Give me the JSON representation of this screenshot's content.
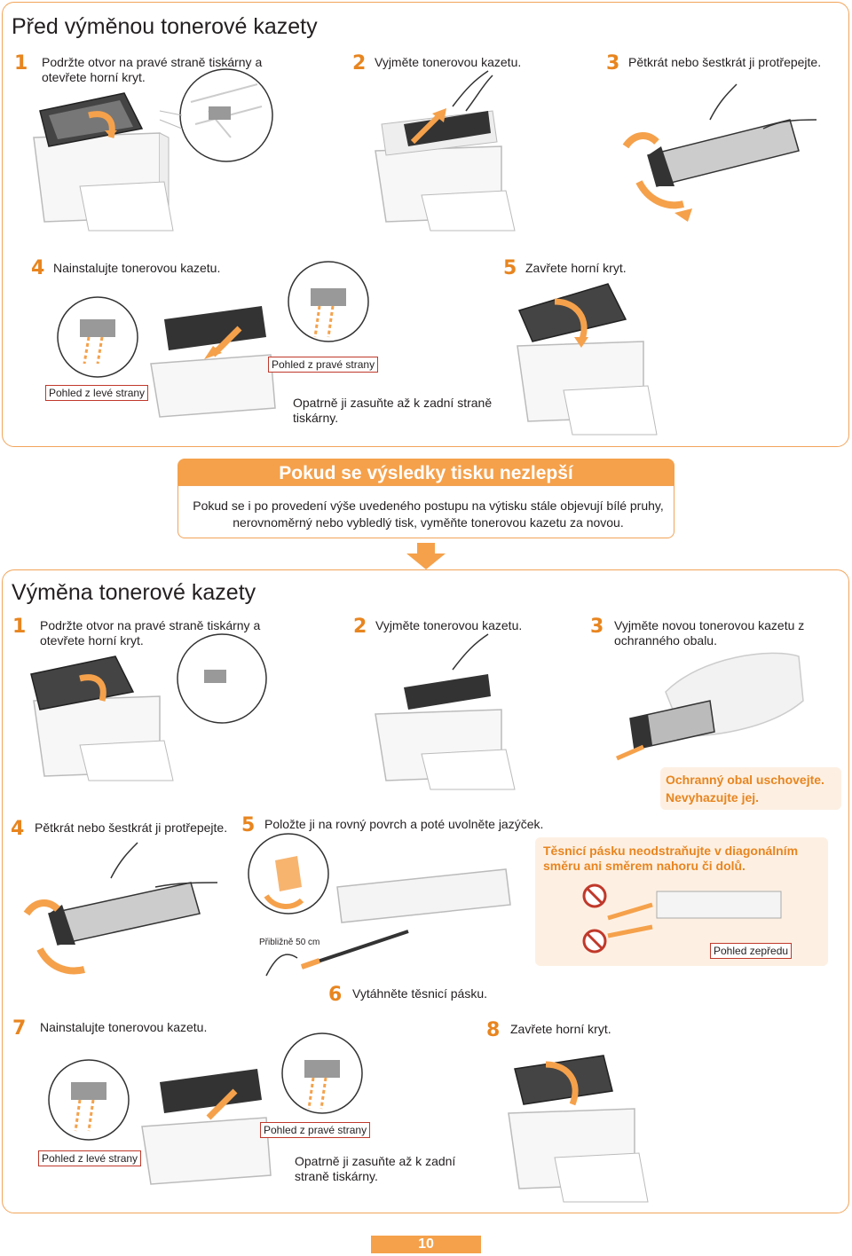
{
  "section1": {
    "title": "Před výměnou tonerové kazety",
    "steps": [
      {
        "num": "1",
        "text": "Podržte otvor na pravé straně tiskárny a otevřete horní kryt."
      },
      {
        "num": "2",
        "text": "Vyjměte tonerovou kazetu."
      },
      {
        "num": "3",
        "text": "Pětkrát nebo šestkrát ji protřepejte."
      },
      {
        "num": "4",
        "text": "Nainstalujte tonerovou kazetu."
      },
      {
        "num": "5",
        "text": "Zavřete horní kryt."
      }
    ],
    "label_left": "Pohled z levé strany",
    "label_right": "Pohled z pravé strany",
    "insert_note": "Opatrně ji zasuňte až k zadní straně tiskárny."
  },
  "notice": {
    "title": "Pokud se výsledky tisku nezlepší",
    "body": "Pokud se i po provedení výše uvedeného postupu na výtisku stále objevují bílé pruhy, nerovnoměrný nebo vybledlý tisk, vyměňte tonerovou kazetu za novou."
  },
  "section2": {
    "title": "Výměna tonerové kazety",
    "steps": [
      {
        "num": "1",
        "text": "Podržte otvor na pravé straně tiskárny a otevřete horní kryt."
      },
      {
        "num": "2",
        "text": "Vyjměte tonerovou kazetu."
      },
      {
        "num": "3",
        "text": "Vyjměte novou tonerovou kazetu z ochranného obalu."
      },
      {
        "num": "4",
        "text": "Pětkrát nebo šestkrát ji protřepejte."
      },
      {
        "num": "5",
        "text": "Položte ji na rovný povrch a poté uvolněte jazýček."
      },
      {
        "num": "6",
        "text": "Vytáhněte těsnicí pásku."
      },
      {
        "num": "7",
        "text": "Nainstalujte tonerovou kazetu."
      },
      {
        "num": "8",
        "text": "Zavřete horní kryt."
      }
    ],
    "keep_bag_note": "Ochranný obal uschovejte. Nevyhazujte jej.",
    "seal_warning": "Těsnicí pásku neodstraňujte v diagonálním směru ani směrem nahoru či dolů.",
    "front_view": "Pohled zepředu",
    "approx": "Přibližně 50 cm",
    "label_left": "Pohled z levé strany",
    "label_right": "Pohled z pravé strany",
    "insert_note": "Opatrně ji zasuňte až k zadní straně tiskárny."
  },
  "page_number": "10",
  "colors": {
    "accent": "#f5a14b",
    "border": "#f2a45a",
    "label_border": "#c0392b"
  }
}
